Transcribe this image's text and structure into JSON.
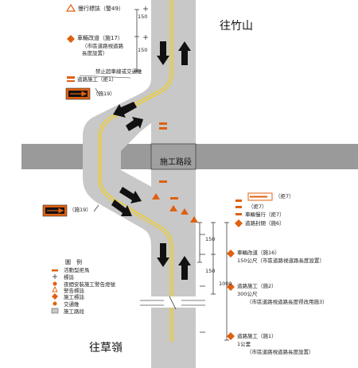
{
  "places": {
    "north": "往竹山",
    "south": "往草嶺"
  },
  "work_zone": "施工路段",
  "signs_top": [
    {
      "id": "s1",
      "text": "慢行標誌（警49）"
    },
    {
      "id": "s2",
      "text": "車輛改道（施17）"
    },
    {
      "id": "s2b",
      "text": "（市區道路視道路"
    },
    {
      "id": "s2c",
      "text": "長度設置）"
    },
    {
      "id": "s3",
      "text": "禁止超車線或交通錐"
    },
    {
      "id": "s4",
      "text": "道路施工（拒1）"
    },
    {
      "id": "s5",
      "text": "（施19）"
    },
    {
      "id": "s6",
      "text": "（施19）"
    }
  ],
  "signs_right": [
    {
      "id": "r1",
      "text": "（拒7）"
    },
    {
      "id": "r2",
      "text": "（拒7）"
    },
    {
      "id": "r3",
      "text": "車輛慢行（拒7）"
    },
    {
      "id": "r4",
      "text": "道路封閉（施6）"
    },
    {
      "id": "r5",
      "text": "車輛改道（施16）"
    },
    {
      "id": "r5b",
      "text": "150公尺（市區道路視道路長度設置）"
    },
    {
      "id": "r6",
      "text": "道路施工（施2）"
    },
    {
      "id": "r6b",
      "text": "300公尺"
    },
    {
      "id": "r6c",
      "text": "（市區道路視道路長度得改用施3）"
    },
    {
      "id": "r7",
      "text": "道路施工（施1）"
    },
    {
      "id": "r7b",
      "text": "1公里"
    },
    {
      "id": "r7c",
      "text": "（市區道路視道路長度設置）"
    }
  ],
  "dims": {
    "a": "150",
    "b": "150",
    "c": "150",
    "d": "150",
    "e": "1000"
  },
  "legend": {
    "title": "圖　例",
    "items": [
      "活動型拒馬",
      "標誌",
      "夜間安裝施工警告燈號",
      "警告標誌",
      "施工標誌",
      "交通錐",
      "施工路段"
    ]
  },
  "colors": {
    "road": "#c8c8c8",
    "line": "#f2cf1e",
    "sign": "#e06010",
    "arrow": "#111111"
  }
}
